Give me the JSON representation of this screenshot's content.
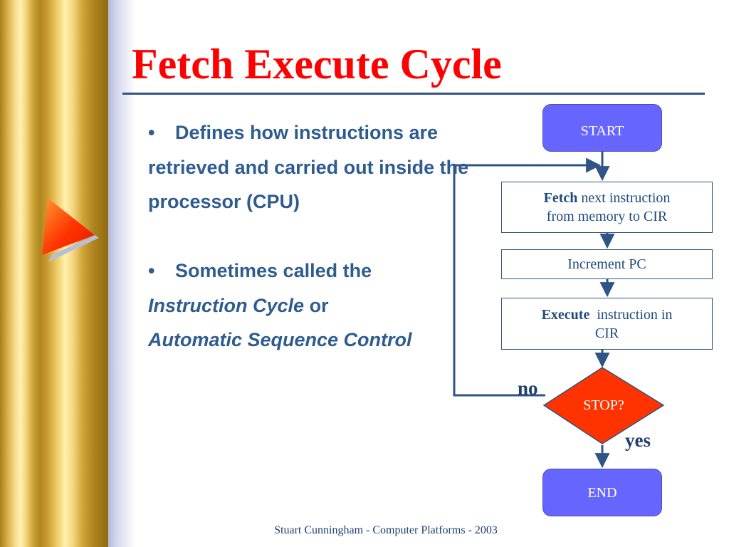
{
  "slide": {
    "title": "Fetch Execute Cycle",
    "footer": "Stuart Cunningham - Computer Platforms - 2003"
  },
  "bullets": [
    {
      "icon": "bullet-dot",
      "prefix": "Defines how instructions are retrieved and carried out inside the processor (CPU)"
    },
    {
      "icon": "bullet-dot",
      "prefix": "Sometimes called the",
      "italic_1": "Instruction Cycle",
      "middle": "or",
      "italic_2": "Automatic Sequence Control"
    }
  ],
  "flowchart": {
    "start": "START",
    "fetch_bold": "Fetch",
    "fetch_line1_rest": "next instruction",
    "fetch_line2": "from memory to CIR",
    "increment": "Increment PC",
    "execute_bold": "Execute",
    "execute_line1_rest": "instruction in",
    "execute_line2": "CIR",
    "decision": "STOP?",
    "no_label": "no",
    "yes_label": "yes",
    "end": "END"
  },
  "colors": {
    "title": "#ff0000",
    "bullet_text": "#2f5c8f",
    "terminal_fill": "#6666ff",
    "decision_fill": "#ff3300",
    "connector": "#2e5586"
  }
}
